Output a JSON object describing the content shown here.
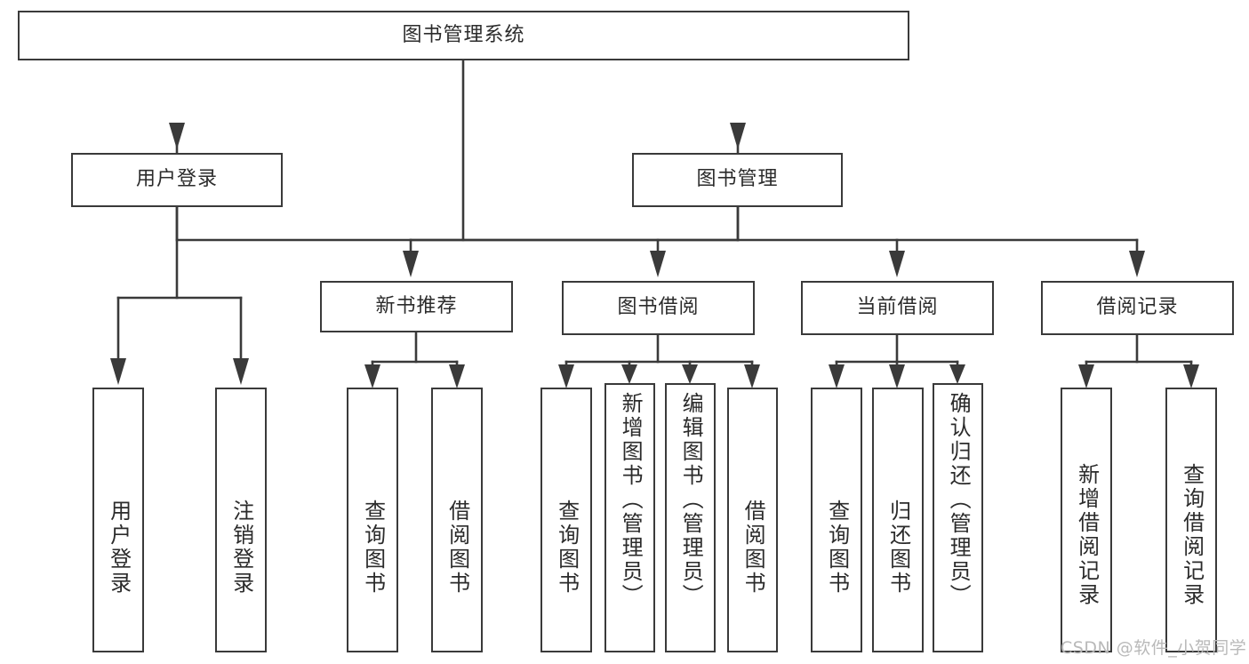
{
  "diagram": {
    "type": "tree-hierarchy-chart",
    "title": "图书管理系统",
    "colors": {
      "background": "#ffffff",
      "box_border": "#3a3a3a",
      "box_fill": "#ffffff",
      "text": "#2b2b2b",
      "edge": "#3a3a3a",
      "watermark": "#b9b9b9"
    },
    "root": {
      "label": "图书管理系统"
    },
    "level2": [
      {
        "label": "用户登录"
      },
      {
        "label": "图书管理"
      }
    ],
    "level3": [
      {
        "label": "新书推荐"
      },
      {
        "label": "图书借阅"
      },
      {
        "label": "当前借阅"
      },
      {
        "label": "借阅记录"
      }
    ],
    "leaves": {
      "user_login": [
        {
          "label": "用户登录"
        },
        {
          "label": "注销登录"
        }
      ],
      "new_book_recommend": [
        {
          "label": "查询图书"
        },
        {
          "label": "借阅图书"
        }
      ],
      "book_borrow": [
        {
          "label": "查询图书"
        },
        {
          "label": "新增图书（管理员）"
        },
        {
          "label": "编辑图书（管理员）"
        },
        {
          "label": "借阅图书"
        }
      ],
      "current_borrow": [
        {
          "label": "查询图书"
        },
        {
          "label": "归还图书"
        },
        {
          "label": "确认归还（管理员）"
        }
      ],
      "borrow_record": [
        {
          "label": "新增借阅记录"
        },
        {
          "label": "查询借阅记录"
        }
      ]
    },
    "watermark": "CSDN @软件_小贺同学"
  }
}
